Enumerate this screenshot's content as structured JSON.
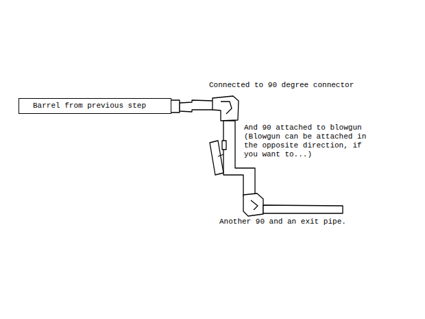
{
  "diagram": {
    "nodes": [
      {
        "text": [
          "Barrel from previous step"
        ]
      }
    ],
    "labels": [
      "Connected to 90 degree connector",
      "And 90 attached to blowgun (Blowgun can be attached in the opposite direction, if you want to...)",
      "Another 90 and an exit pipe."
    ]
  }
}
